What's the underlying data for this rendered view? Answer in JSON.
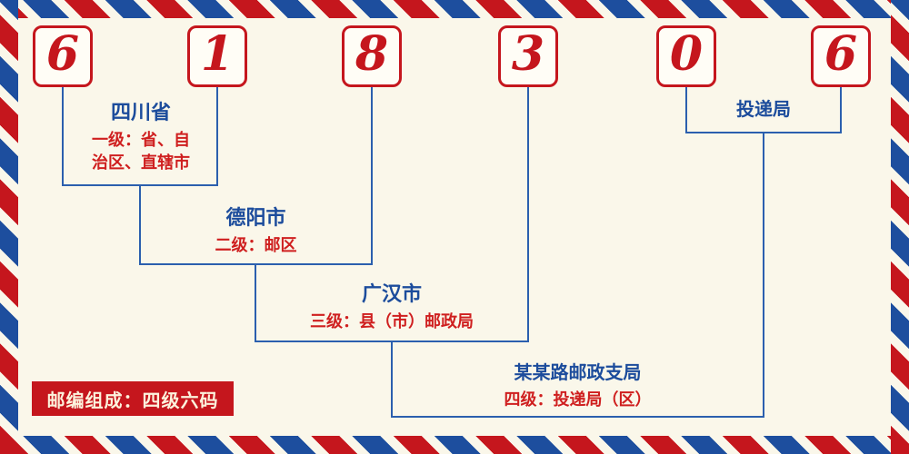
{
  "postal_code": {
    "digits": [
      "6",
      "1",
      "8",
      "3",
      "0",
      "6"
    ]
  },
  "levels": [
    {
      "name": "四川省",
      "desc": [
        "一级：省、自",
        "治区、直辖市"
      ]
    },
    {
      "name": "德阳市",
      "desc": "二级：邮区"
    },
    {
      "name": "广汉市",
      "desc": "三级：县（市）邮政局"
    },
    {
      "name": "某某路邮政支局",
      "desc": "四级：投递局（区）"
    },
    {
      "name": "投递局"
    }
  ],
  "footer": {
    "badge_label": "邮编组成：四级六码"
  },
  "colors": {
    "digit_red": "#c5161d",
    "label_blue": "#1c4c9c",
    "desc_red": "#cf1f1f",
    "line_blue": "#2b5fae",
    "background": "#faf7ea",
    "stripe_red": "#c5161d",
    "stripe_blue": "#1d4e9e"
  }
}
